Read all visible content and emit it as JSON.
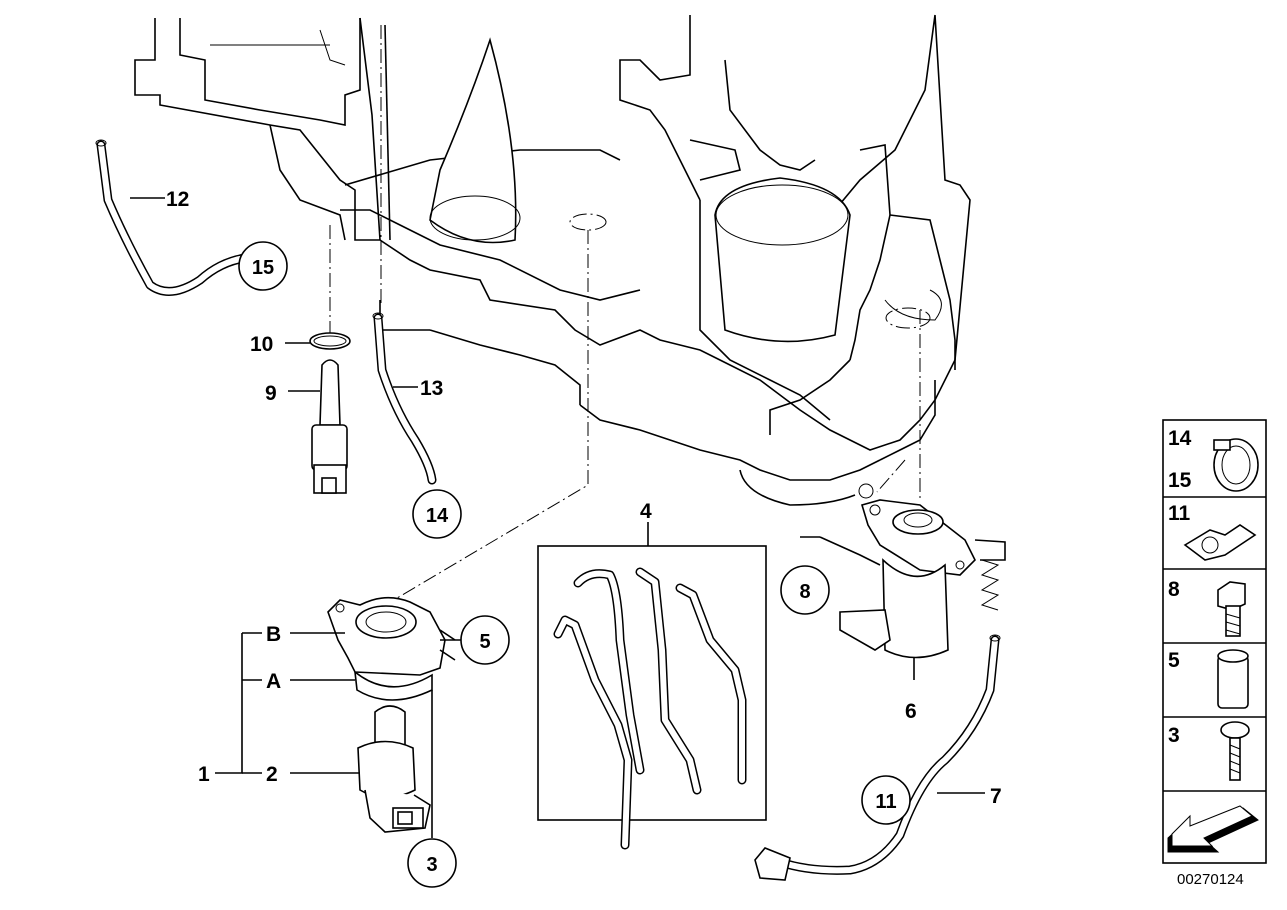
{
  "diagram": {
    "callouts": {
      "p1": "1",
      "p2": "2",
      "pA": "A",
      "pB": "B",
      "p3": "3",
      "p4": "4",
      "p5": "5",
      "p6": "6",
      "p7": "7",
      "p8": "8",
      "p9": "9",
      "p10": "10",
      "p11": "11",
      "p12": "12",
      "p13": "13",
      "p14": "14",
      "p15": "15"
    },
    "legend": {
      "r1a": "14",
      "r1b": "15",
      "r2": "11",
      "r3": "8",
      "r4": "5",
      "r5": "3"
    },
    "image_code": "00270124"
  }
}
